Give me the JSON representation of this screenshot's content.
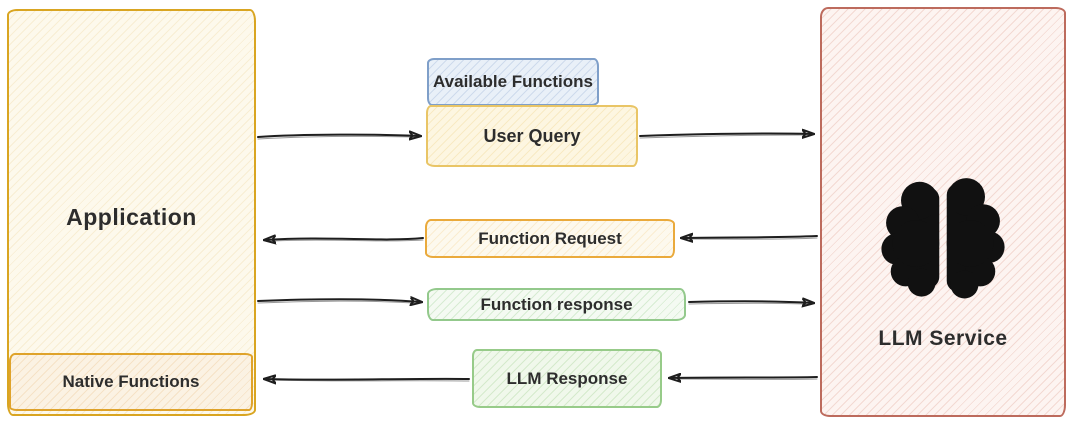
{
  "diagram": {
    "nodes": {
      "application": {
        "label": "Application"
      },
      "native_functions": {
        "label": "Native Functions"
      },
      "available_functions": {
        "label": "Available Functions"
      },
      "user_query": {
        "label": "User Query"
      },
      "function_request": {
        "label": "Function Request"
      },
      "function_response": {
        "label": "Function response"
      },
      "llm_response": {
        "label": "LLM Response"
      },
      "llm_service": {
        "label": "LLM Service",
        "icon": "brain-icon"
      }
    },
    "flows": [
      {
        "from": "Application",
        "via": "User Query",
        "attached": "Available Functions",
        "to": "LLM Service",
        "direction": "right"
      },
      {
        "from": "LLM Service",
        "via": "Function Request",
        "to": "Application",
        "direction": "left"
      },
      {
        "from": "Application",
        "via": "Function response",
        "to": "LLM Service",
        "direction": "right"
      },
      {
        "from": "LLM Service",
        "via": "LLM Response",
        "to": "Native Functions",
        "direction": "left"
      }
    ],
    "colors": {
      "background": "#ffffff",
      "application_border": "#d9a521",
      "application_fill": "#fdf9ec",
      "native_functions_border": "#dfa32b",
      "available_functions_border": "#7f9fc9",
      "available_functions_fill": "#e9f0f8",
      "user_query_border": "#e9c566",
      "function_request_border": "#eaaa3c",
      "function_response_border": "#93c98c",
      "llm_response_border": "#97cb89",
      "llm_service_border": "#bd6b5d",
      "llm_service_fill": "#fdf4f1",
      "arrow_color": "#1e1e1e",
      "brain_icon_color": "#111111",
      "text_color": "#2d2d2d"
    }
  }
}
